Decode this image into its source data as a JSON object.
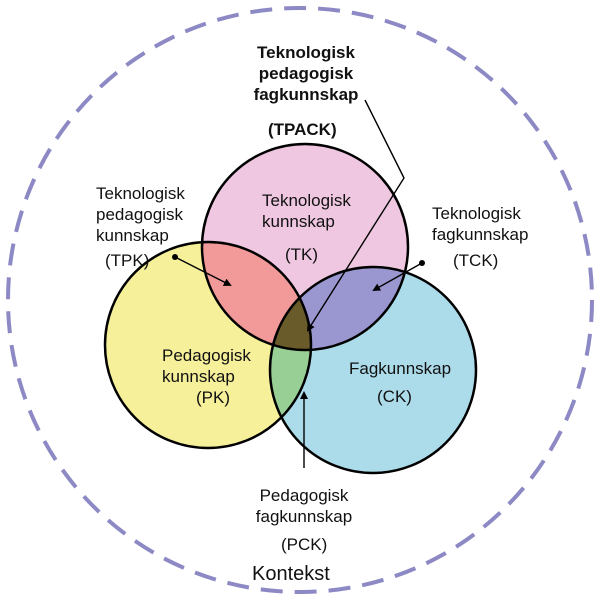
{
  "colors": {
    "context_ring": "#8c89c4",
    "tk_fill": "#efc7e1",
    "pk_fill": "#f6f09a",
    "ck_fill": "#acdcea",
    "tpk_fill": "#f29a9a",
    "tck_fill": "#9a96cf",
    "pck_fill": "#97cf95",
    "tpack_fill": "#6a5b2a",
    "outline": "#000000"
  },
  "labels": {
    "tpack": {
      "line1": "Teknologisk",
      "line2": "pedagogisk",
      "line3": "fagkunnskap",
      "abbr": "(TPACK)"
    },
    "tk": {
      "line1": "Teknologisk",
      "line2": "kunnskap",
      "abbr": "(TK)"
    },
    "tpk": {
      "line1": "Teknologisk",
      "line2": "pedagogisk",
      "line3": "kunnskap",
      "abbr": "(TPK)"
    },
    "tck": {
      "line1": "Teknologisk",
      "line2": "fagkunnskap",
      "abbr": "(TCK)"
    },
    "pk": {
      "line1": "Pedagogisk",
      "line2": "kunnskap",
      "abbr": "(PK)"
    },
    "ck": {
      "line1": "Fagkunnskap",
      "abbr": "(CK)"
    },
    "pck": {
      "line1": "Pedagogisk",
      "line2": "fagkunnskap",
      "abbr": "(PCK)"
    },
    "context": "Kontekst"
  }
}
